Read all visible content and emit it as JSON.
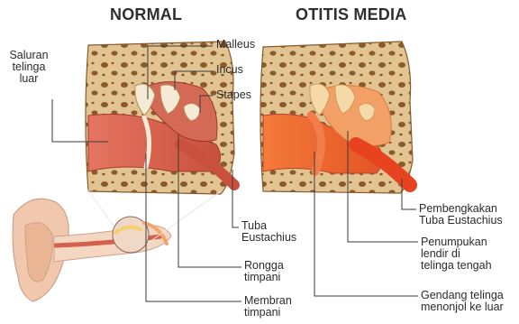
{
  "titles": {
    "normal": "NORMAL",
    "otitis": "OTITIS MEDIA"
  },
  "labels": {
    "saluran": "Saluran\ntelinga\nluar",
    "malleus": "Malleus",
    "incus": "Incus",
    "stapes": "Stapes",
    "tuba": "Tuba\nEustachius",
    "rongga": "Rongga\ntimpani",
    "membran": "Membran\ntimpani",
    "pembengkakan": "Pembengkakan\nTuba Eustachius",
    "penumpukan": "Penumpukan\nlendir di\ntelinga tengah",
    "gendang": "Gendang telinga\nmenonjol ke luar"
  },
  "colors": {
    "bone": "#d9b98a",
    "bone_dark": "#b48a55",
    "canal": "#d95f4a",
    "canal_dark": "#b8432f",
    "skin": "#f1c7ad",
    "ossicle": "#f4ead6",
    "inflamed": "#f06a2c",
    "mucus": "#f3a066"
  }
}
